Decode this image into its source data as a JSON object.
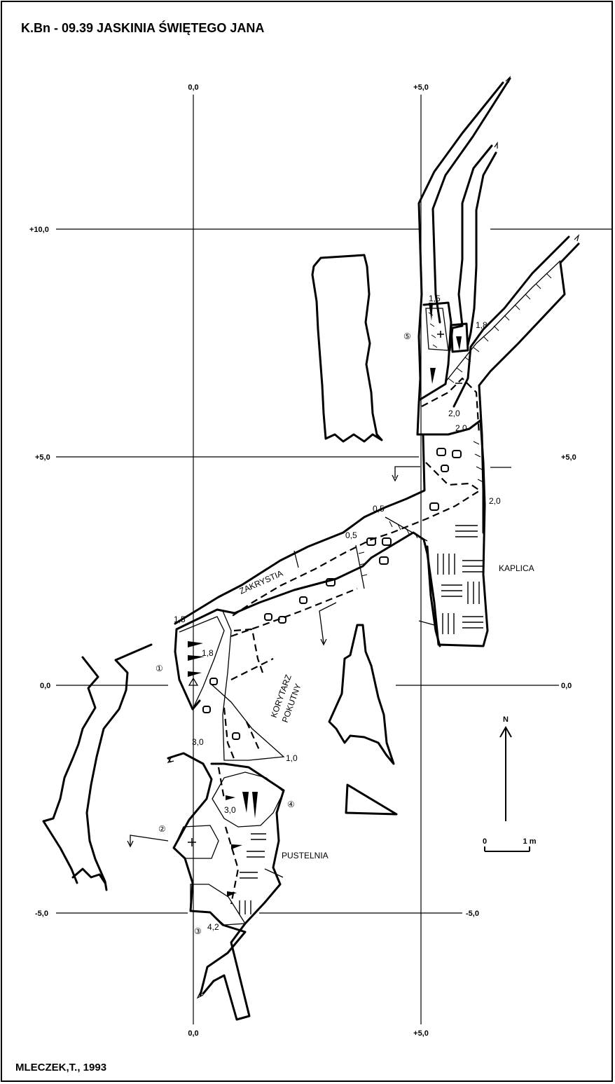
{
  "map": {
    "title": "K.Bn - 09.39 JASKINIA ŚWIĘTEGO JANA",
    "author": "MLECZEK,T., 1993",
    "grid": {
      "top_labels": [
        "0,0",
        "+5,0"
      ],
      "bottom_labels": [
        "0,0",
        "+5,0"
      ],
      "left_labels": [
        "+10,0",
        "+5,0",
        "0,0",
        "-5,0"
      ],
      "right_labels": [
        "+5,0",
        "0,0",
        "-5,0"
      ]
    },
    "places": {
      "zakrystia": "ZAKRYSTIA",
      "kaplica": "KAPLICA",
      "korytarz_1": "KORYTARZ",
      "korytarz_2": "POKUTNY",
      "pustelnia": "PUSTELNIA"
    },
    "heights": [
      "1,5",
      "1,8",
      "2,0",
      "2,0",
      "2,0",
      "0,5",
      "0,5",
      "1,5",
      "1,8",
      "3,0",
      "1,0",
      "3,0",
      "4,2"
    ],
    "points": [
      "①",
      "②",
      "③",
      "④",
      "⑤"
    ],
    "north": "N",
    "scale": {
      "start": "0",
      "end": "1 m"
    }
  }
}
